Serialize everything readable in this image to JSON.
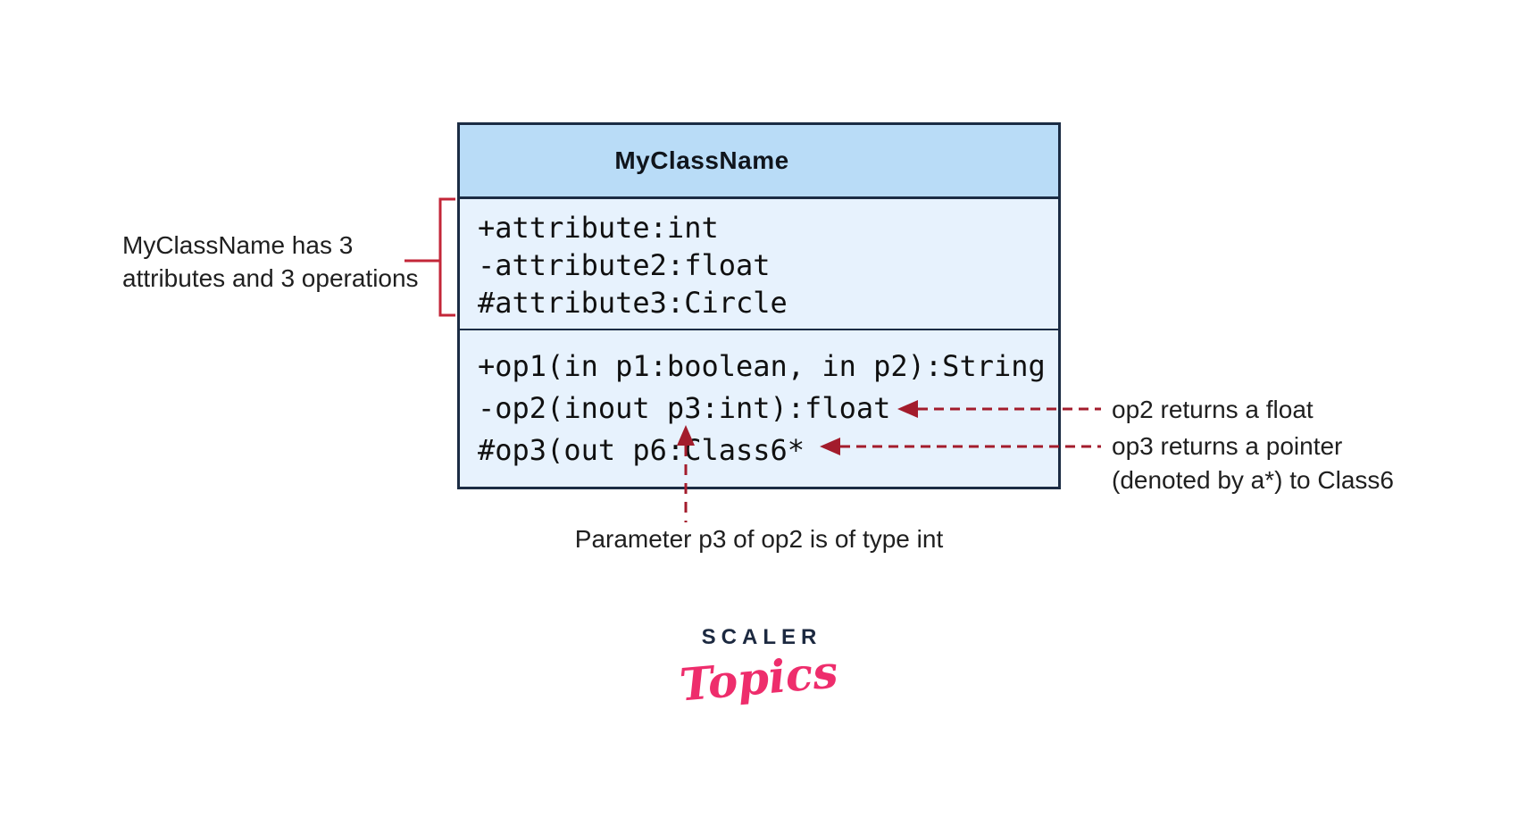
{
  "colors": {
    "header_fill": "#b9dcf7",
    "body_fill": "#e7f2fd",
    "box_border": "#1b2c44",
    "bracket_red": "#c32638",
    "arrow_red": "#a31c2c",
    "note_text": "#1f1f1f",
    "logo_navy": "#1c2940",
    "logo_pink": "#ee2d6c"
  },
  "class_diagram": {
    "title": "MyClassName",
    "attributes": [
      "+attribute:int",
      "-attribute2:float",
      "#attribute3:Circle"
    ],
    "operations": [
      "+op1(in p1:boolean, in p2):String",
      "-op2(inout p3:int):float",
      "#op3(out p6:Class6*"
    ]
  },
  "annotations": {
    "left_line1": "MyClassName has 3",
    "left_line2": "attributes and 3 operations",
    "right_op2": "op2 returns a float",
    "right_op3_line1": "op3 returns a pointer",
    "right_op3_line2": "(denoted by a*) to Class6",
    "bottom": "Parameter p3 of op2 is of type int"
  },
  "logo": {
    "brand": "SCALER",
    "sub": "Topics"
  }
}
